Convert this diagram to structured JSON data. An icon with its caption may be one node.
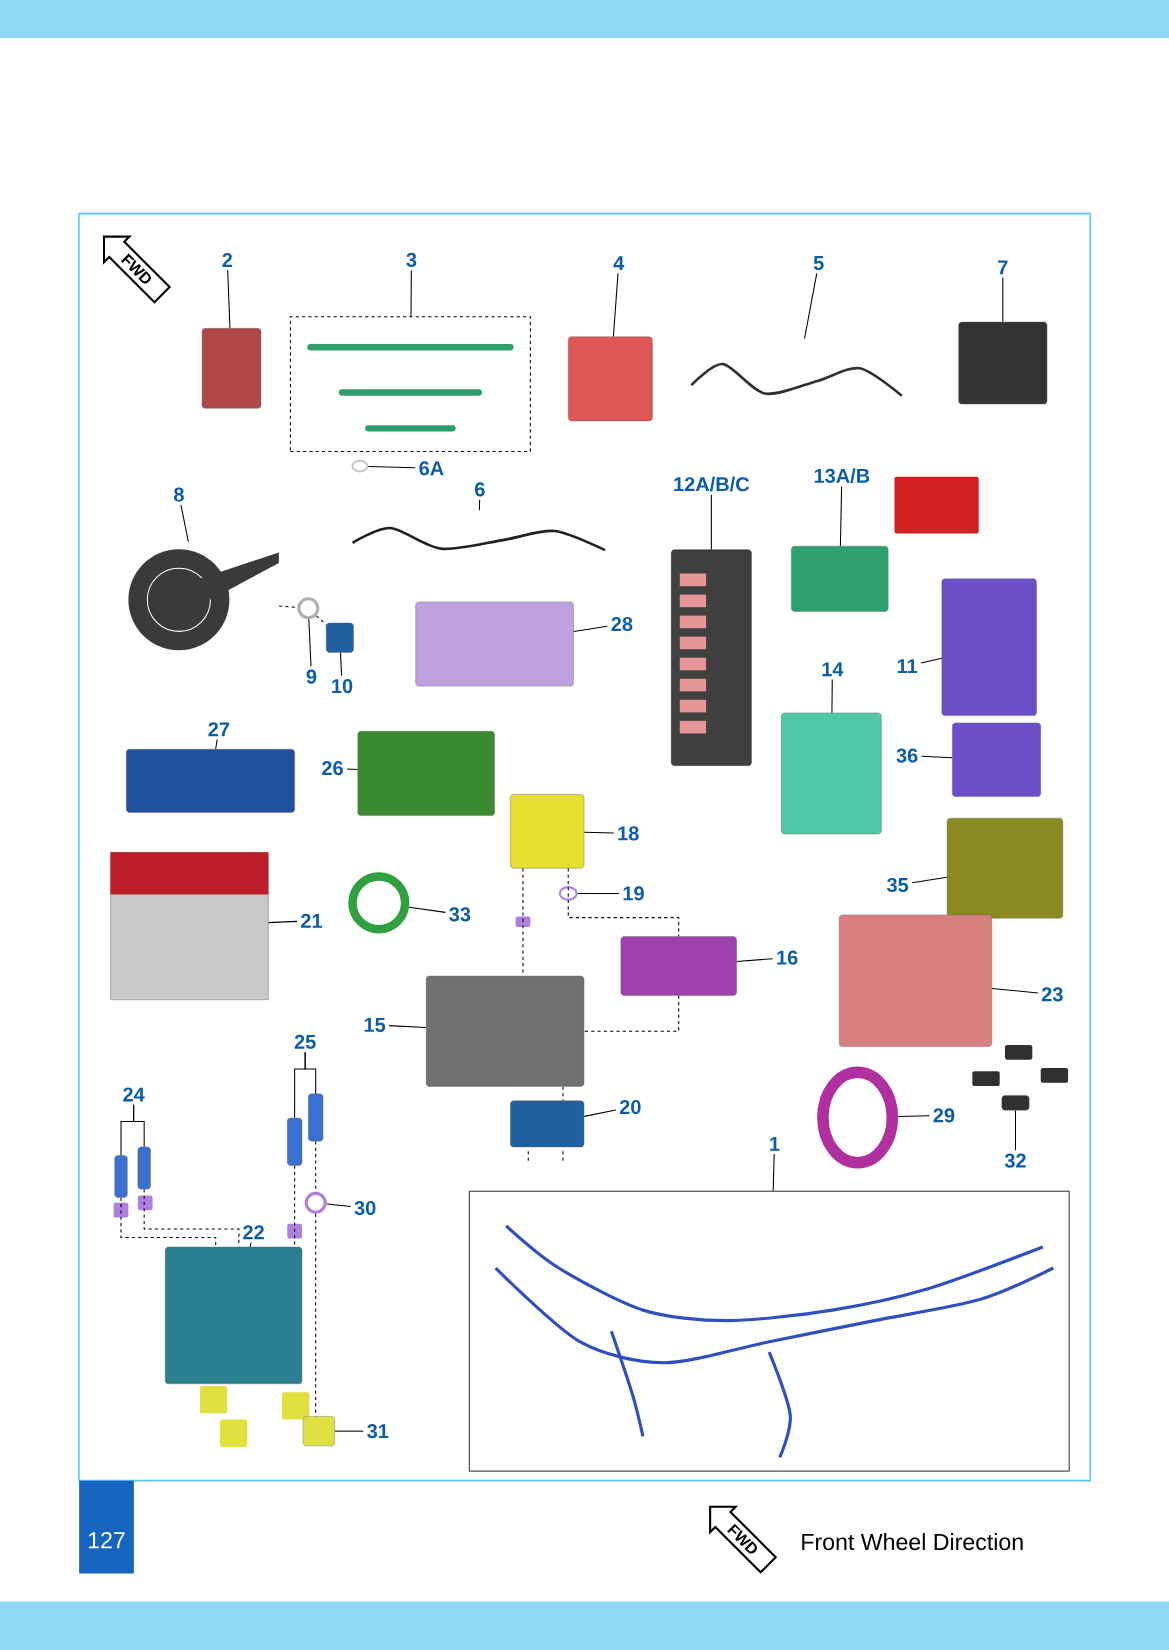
{
  "diagram": {
    "nodes": [
      {
        "text": [
          "FWD"
        ]
      },
      {
        "text": [
          "2"
        ]
      },
      {
        "text": [],
        "shape": "box"
      },
      {
        "text": [
          "3"
        ]
      },
      {
        "text": [],
        "shape": "picture"
      },
      {
        "text": [
          "4"
        ]
      },
      {
        "text": [],
        "shape": "box"
      },
      {
        "text": [
          "5"
        ]
      },
      {
        "text": [],
        "shape": "picture"
      },
      {
        "text": [
          "7"
        ]
      },
      {
        "text": [],
        "shape": "box"
      },
      {
        "text": [
          "6A"
        ]
      },
      {
        "text": [],
        "shape": "circle"
      },
      {
        "text": [
          "6"
        ]
      },
      {
        "text": [],
        "shape": "picture"
      },
      {
        "text": [
          "8"
        ]
      },
      {
        "text": [],
        "shape": "picture"
      },
      {
        "text": [
          "9"
        ]
      },
      {
        "text": [],
        "shape": "circle"
      },
      {
        "text": [
          "10"
        ]
      },
      {
        "text": [],
        "shape": "box"
      },
      {
        "text": [
          "28"
        ]
      },
      {
        "text": [],
        "shape": "box"
      },
      {
        "text": [
          "12A/B/C"
        ]
      },
      {
        "text": [],
        "shape": "picture"
      },
      {
        "text": [
          "13A/B"
        ]
      },
      {
        "text": [],
        "shape": "box"
      },
      {
        "text": [
          "11"
        ]
      },
      {
        "text": [],
        "shape": "box"
      },
      {
        "text": [
          "14"
        ]
      },
      {
        "text": [],
        "shape": "box"
      },
      {
        "text": [
          "36"
        ]
      },
      {
        "text": [],
        "shape": "box"
      },
      {
        "text": [
          "27"
        ]
      },
      {
        "text": [],
        "shape": "box"
      },
      {
        "text": [
          "26"
        ]
      },
      {
        "text": [],
        "shape": "box"
      },
      {
        "text": [
          "18"
        ]
      },
      {
        "text": [],
        "shape": "box"
      },
      {
        "text": [
          "19"
        ]
      },
      {
        "text": [],
        "shape": "circle"
      },
      {
        "text": [
          "21"
        ]
      },
      {
        "text": [],
        "shape": "picture"
      },
      {
        "text": [
          "33"
        ]
      },
      {
        "text": [],
        "shape": "circle"
      },
      {
        "text": [
          "16"
        ]
      },
      {
        "text": [],
        "shape": "box"
      },
      {
        "text": [
          "35"
        ]
      },
      {
        "text": [],
        "shape": "box"
      },
      {
        "text": [
          "15"
        ]
      },
      {
        "text": [],
        "shape": "box"
      },
      {
        "text": [
          "23"
        ]
      },
      {
        "text": [],
        "shape": "box"
      },
      {
        "text": [
          "20"
        ]
      },
      {
        "text": [],
        "shape": "box"
      },
      {
        "text": [
          "29"
        ]
      },
      {
        "text": [],
        "shape": "circle"
      },
      {
        "text": [
          "32"
        ]
      },
      {
        "text": [],
        "shape": "box"
      },
      {
        "text": [
          "25"
        ]
      },
      {
        "text": [],
        "shape": "box"
      },
      {
        "text": [],
        "shape": "box"
      },
      {
        "text": [
          "24"
        ]
      },
      {
        "text": [],
        "shape": "box"
      },
      {
        "text": [],
        "shape": "box"
      },
      {
        "text": [
          "30"
        ]
      },
      {
        "text": [],
        "shape": "circle"
      },
      {
        "text": [
          "22"
        ]
      },
      {
        "text": [],
        "shape": "box"
      },
      {
        "text": [
          "31"
        ]
      },
      {
        "text": [],
        "shape": "box"
      },
      {
        "text": [
          "1"
        ]
      },
      {
        "text": [],
        "shape": "picture"
      },
      {
        "text": [
          "FWD"
        ]
      }
    ],
    "edges": [
      {
        "from": 1,
        "to": 2,
        "arrow": "none"
      },
      {
        "from": 3,
        "to": 4,
        "arrow": "none"
      },
      {
        "from": 5,
        "to": 6,
        "arrow": "none"
      },
      {
        "from": 7,
        "to": 8,
        "arrow": "none"
      },
      {
        "from": 9,
        "to": 10,
        "arrow": "none"
      },
      {
        "from": 11,
        "to": 12,
        "arrow": "none"
      },
      {
        "from": 13,
        "to": 14,
        "arrow": "none"
      },
      {
        "from": 15,
        "to": 16,
        "arrow": "none"
      },
      {
        "from": 17,
        "to": 18,
        "arrow": "none"
      },
      {
        "from": 19,
        "to": 20,
        "arrow": "none"
      },
      {
        "from": 21,
        "to": 22,
        "arrow": "none"
      },
      {
        "from": 23,
        "to": 24,
        "arrow": "none"
      },
      {
        "from": 25,
        "to": 26,
        "arrow": "none"
      },
      {
        "from": 27,
        "to": 28,
        "arrow": "none"
      },
      {
        "from": 29,
        "to": 30,
        "arrow": "none"
      },
      {
        "from": 31,
        "to": 32,
        "arrow": "none"
      },
      {
        "from": 33,
        "to": 34,
        "arrow": "none"
      },
      {
        "from": 35,
        "to": 36,
        "arrow": "none"
      },
      {
        "from": 37,
        "to": 38,
        "arrow": "none"
      },
      {
        "from": 39,
        "to": 40,
        "arrow": "none"
      },
      {
        "from": 41,
        "to": 42,
        "arrow": "none"
      },
      {
        "from": 43,
        "to": 44,
        "arrow": "none"
      },
      {
        "from": 45,
        "to": 46,
        "arrow": "none"
      },
      {
        "from": 47,
        "to": 48,
        "arrow": "none"
      },
      {
        "from": 49,
        "to": 50,
        "arrow": "none"
      },
      {
        "from": 51,
        "to": 52,
        "arrow": "none"
      },
      {
        "from": 53,
        "to": 54,
        "arrow": "none"
      },
      {
        "from": 55,
        "to": 56,
        "arrow": "none"
      },
      {
        "from": 57,
        "to": 58,
        "arrow": "none"
      },
      {
        "from": 59,
        "to": 60,
        "arrow": "none"
      },
      {
        "from": 59,
        "to": 61,
        "arrow": "none"
      },
      {
        "from": 62,
        "to": 63,
        "arrow": "none"
      },
      {
        "from": 62,
        "to": 64,
        "arrow": "none"
      },
      {
        "from": 65,
        "to": 66,
        "arrow": "none"
      },
      {
        "from": 67,
        "to": 68,
        "arrow": "none"
      },
      {
        "from": 69,
        "to": 70,
        "arrow": "none"
      },
      {
        "from": 71,
        "to": 72,
        "arrow": "none"
      },
      {
        "from": 16,
        "to": 18,
        "arrow": "none",
        "style": "dashed"
      },
      {
        "from": 18,
        "to": 20,
        "arrow": "none",
        "style": "dashed"
      },
      {
        "from": 38,
        "to": 50,
        "arrow": "none",
        "style": "dashed"
      },
      {
        "from": 38,
        "to": 46,
        "arrow": "none",
        "style": "dashed"
      },
      {
        "from": 46,
        "to": 50,
        "arrow": "none",
        "style": "dashed"
      },
      {
        "from": 50,
        "to": 54,
        "arrow": "none",
        "style": "dashed"
      },
      {
        "from": 61,
        "to": 66,
        "arrow": "none",
        "style": "dashed"
      },
      {
        "from": 66,
        "to": 70,
        "arrow": "none",
        "style": "dashed"
      },
      {
        "from": 60,
        "to": 68,
        "arrow": "none",
        "style": "dashed"
      },
      {
        "from": 63,
        "to": 68,
        "arrow": "none",
        "style": "dashed"
      },
      {
        "from": 64,
        "to": 68,
        "arrow": "none",
        "style": "dashed"
      }
    ],
    "labels": [
      "127",
      "Front Wheel Direction"
    ]
  }
}
